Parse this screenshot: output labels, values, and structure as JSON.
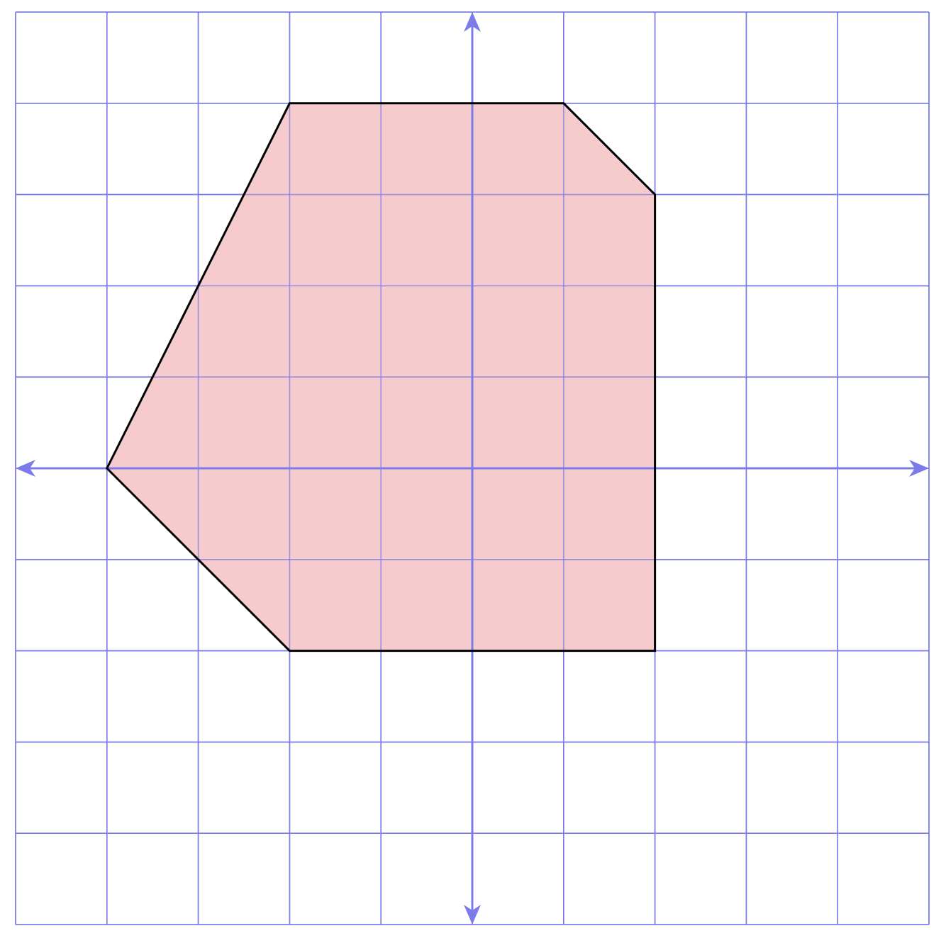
{
  "grid": {
    "x_range": [
      -5,
      5
    ],
    "y_range": [
      -5,
      5
    ],
    "step": 1,
    "grid_color": "#7b7bea",
    "axis_color": "#7b7bea"
  },
  "polygon": {
    "fill_color": "#f5cbcd",
    "stroke_color": "#000000",
    "vertices": [
      [
        -2,
        4
      ],
      [
        1,
        4
      ],
      [
        2,
        3
      ],
      [
        2,
        -2
      ],
      [
        -2,
        -2
      ],
      [
        -4,
        0
      ]
    ]
  }
}
